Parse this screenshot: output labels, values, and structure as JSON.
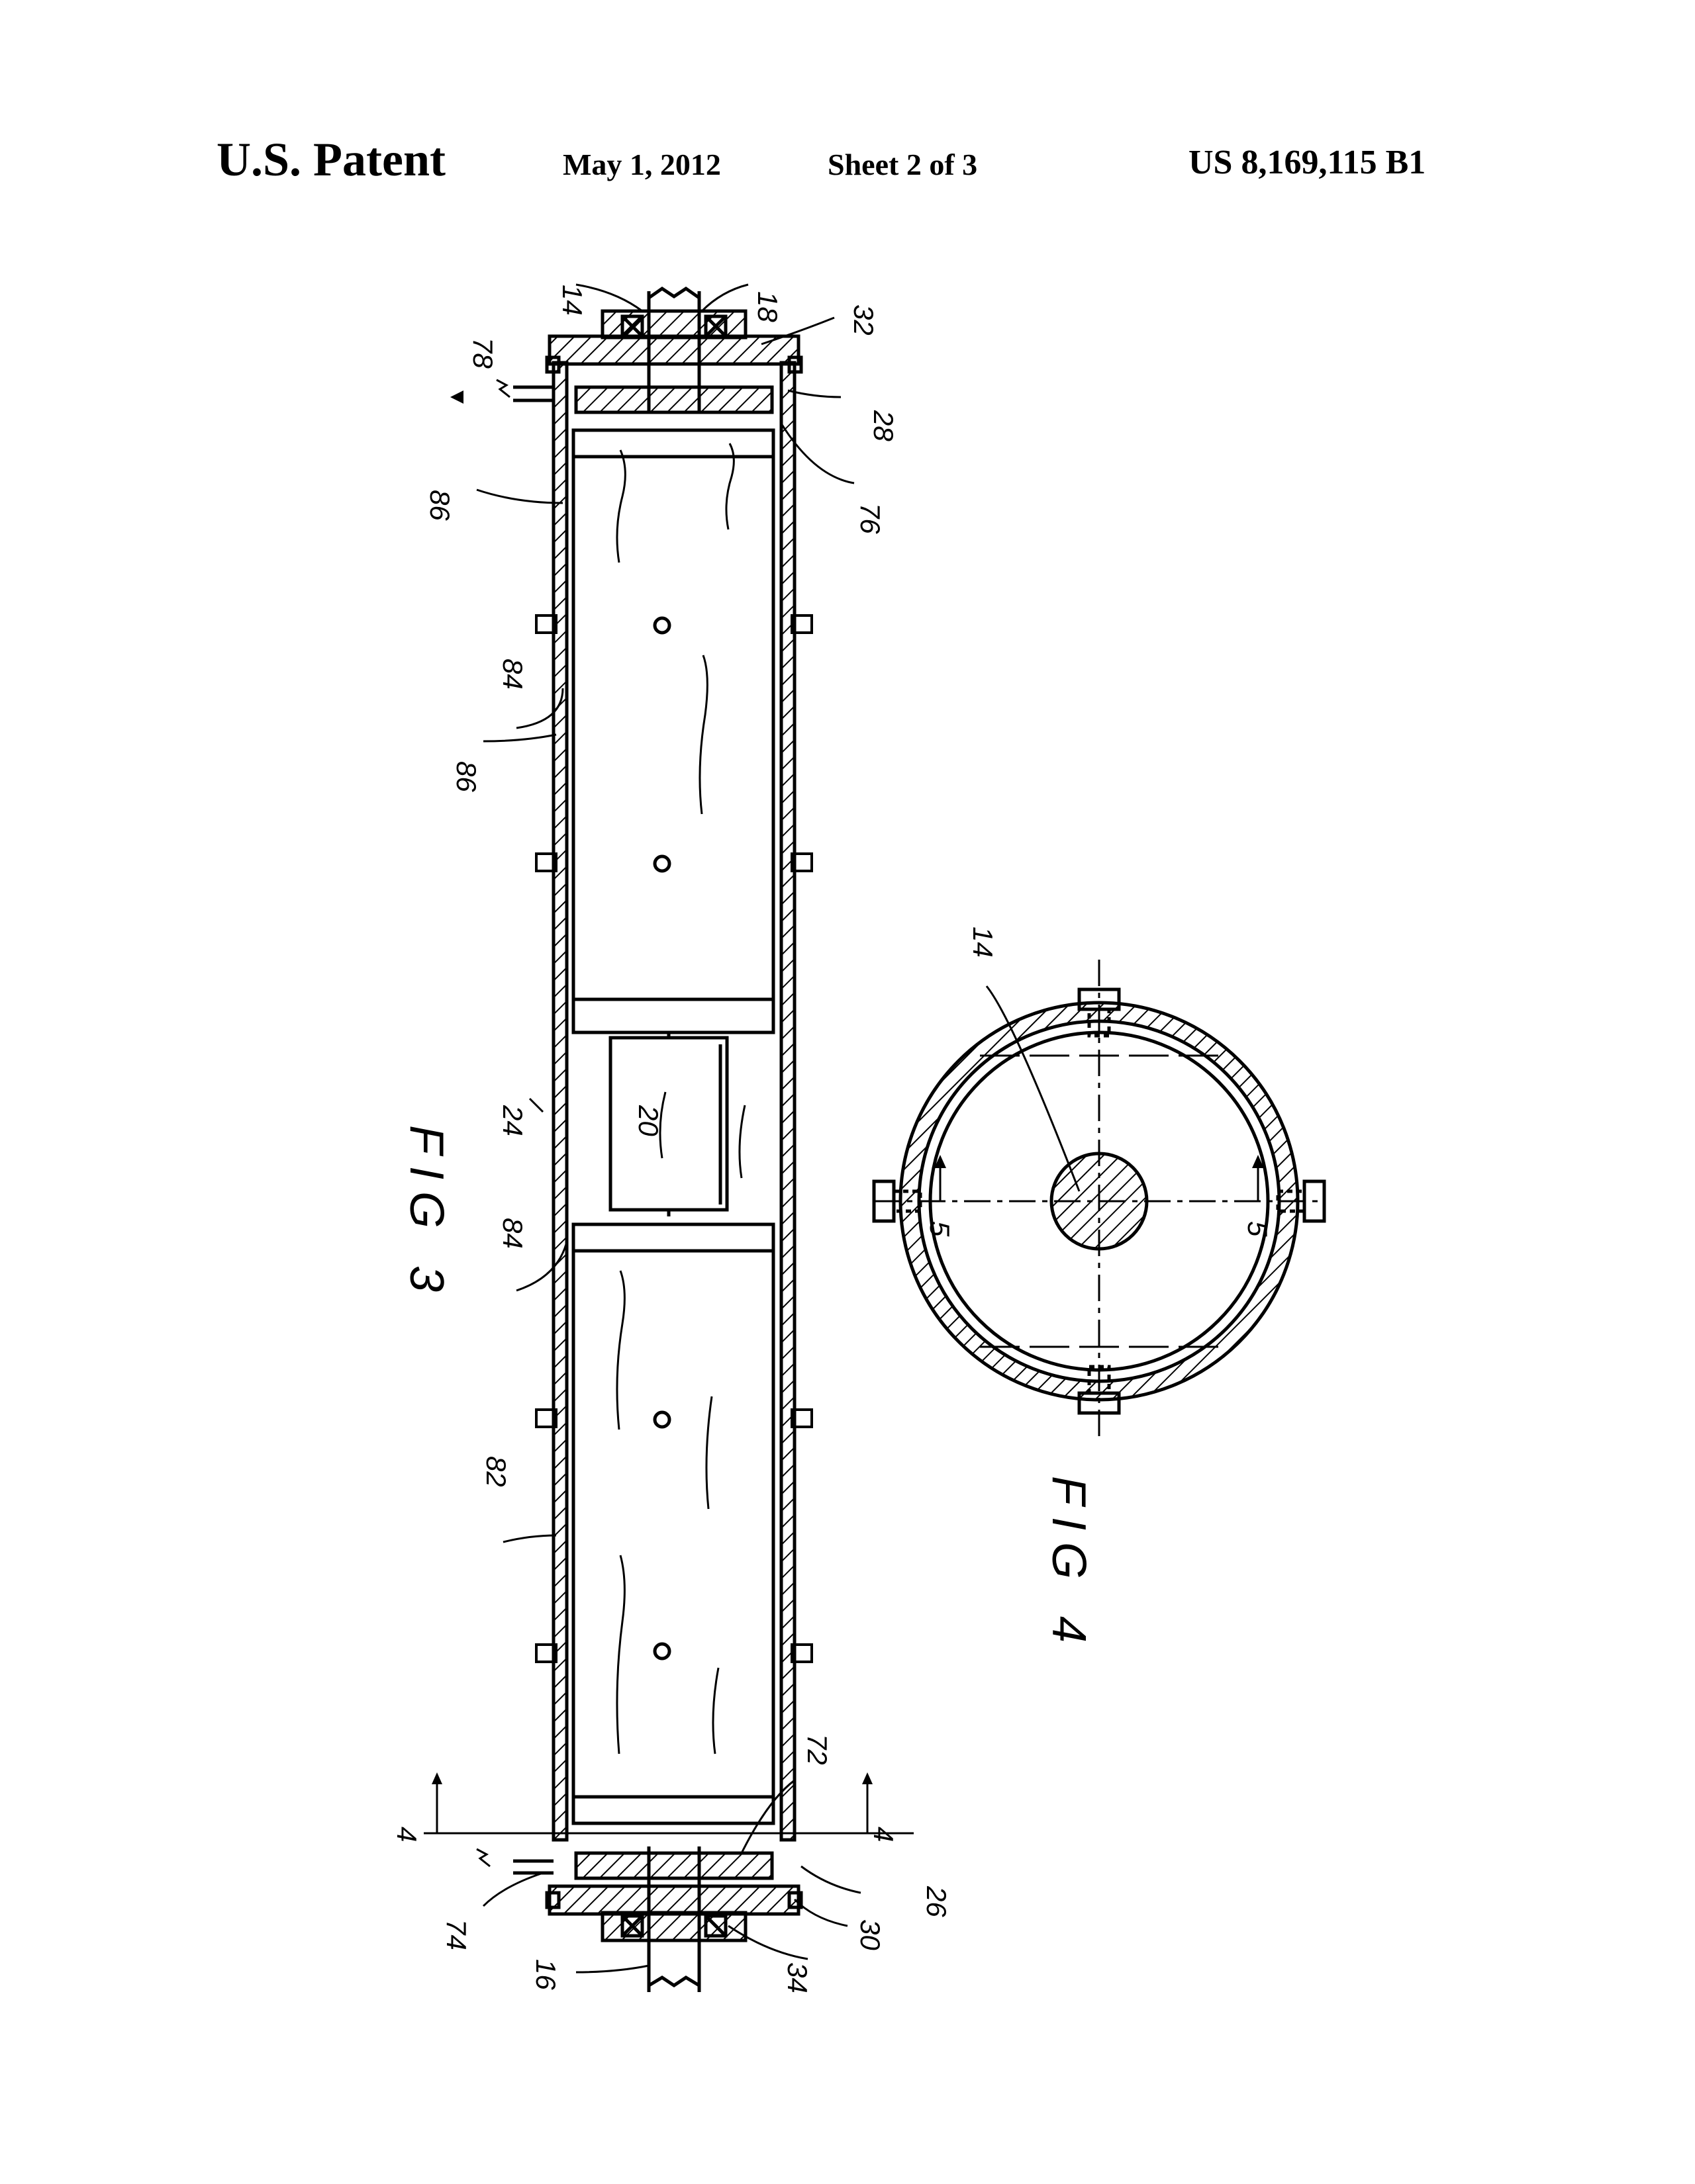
{
  "header": {
    "publication": "U.S. Patent",
    "date": "May 1, 2012",
    "sheet": "Sheet 2 of 3",
    "patent_number": "US 8,169,115 B1"
  },
  "fig3": {
    "caption": "FIG 3",
    "labels": {
      "n14": "14",
      "n18": "18",
      "n32": "32",
      "n78": "78",
      "n28": "28",
      "n76": "76",
      "n86a": "86",
      "n84a": "84",
      "n86b": "86",
      "n24": "24",
      "n20": "20",
      "n84b": "84",
      "n82": "82",
      "n72": "72",
      "n4a": "4",
      "n4b": "4",
      "n74": "74",
      "n16": "16",
      "n34": "34",
      "n30": "30",
      "n26": "26"
    }
  },
  "fig4": {
    "caption": "FIG 4",
    "labels": {
      "n14": "14",
      "n5a": "5",
      "n5b": "5"
    }
  }
}
